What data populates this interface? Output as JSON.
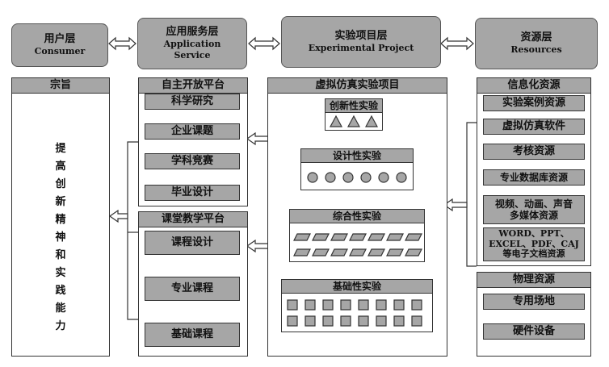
{
  "layers": [
    {
      "zh": "用户层",
      "en": "Consumer"
    },
    {
      "zh": "应用服务层",
      "en": "Application Service"
    },
    {
      "zh": "实验项目层",
      "en": "Experimental Project"
    },
    {
      "zh": "资源层",
      "en": "Resources"
    }
  ],
  "purpose": {
    "title": "宗旨",
    "text": "提高创新精神和实践能力"
  },
  "open_platform": {
    "title": "自主开放平台",
    "items": [
      "科学研究",
      "企业课题",
      "学科竞赛",
      "毕业设计"
    ]
  },
  "classroom_platform": {
    "title": "课堂教学平台",
    "items": [
      "课程设计",
      "专业课程",
      "基础课程"
    ]
  },
  "virtual_project": {
    "title": "虚拟仿真实验项目",
    "innovative": "创新性实验",
    "design": "设计性实验",
    "comprehensive": "综合性实验",
    "basic": "基础性实验"
  },
  "info_resources": {
    "title": "信息化资源",
    "items": [
      "实验案例资源",
      "虚拟仿真软件",
      "考核资源",
      "专业数据库资源"
    ],
    "multimedia": [
      "视频、动画、声音",
      "多媒体资源"
    ],
    "documents": [
      "WORD、PPT、",
      "EXCEL、PDF、CAJ",
      "等电子文档资源"
    ]
  },
  "physical_resources": {
    "title": "物理资源",
    "items": [
      "专用场地",
      "硬件设备"
    ]
  }
}
